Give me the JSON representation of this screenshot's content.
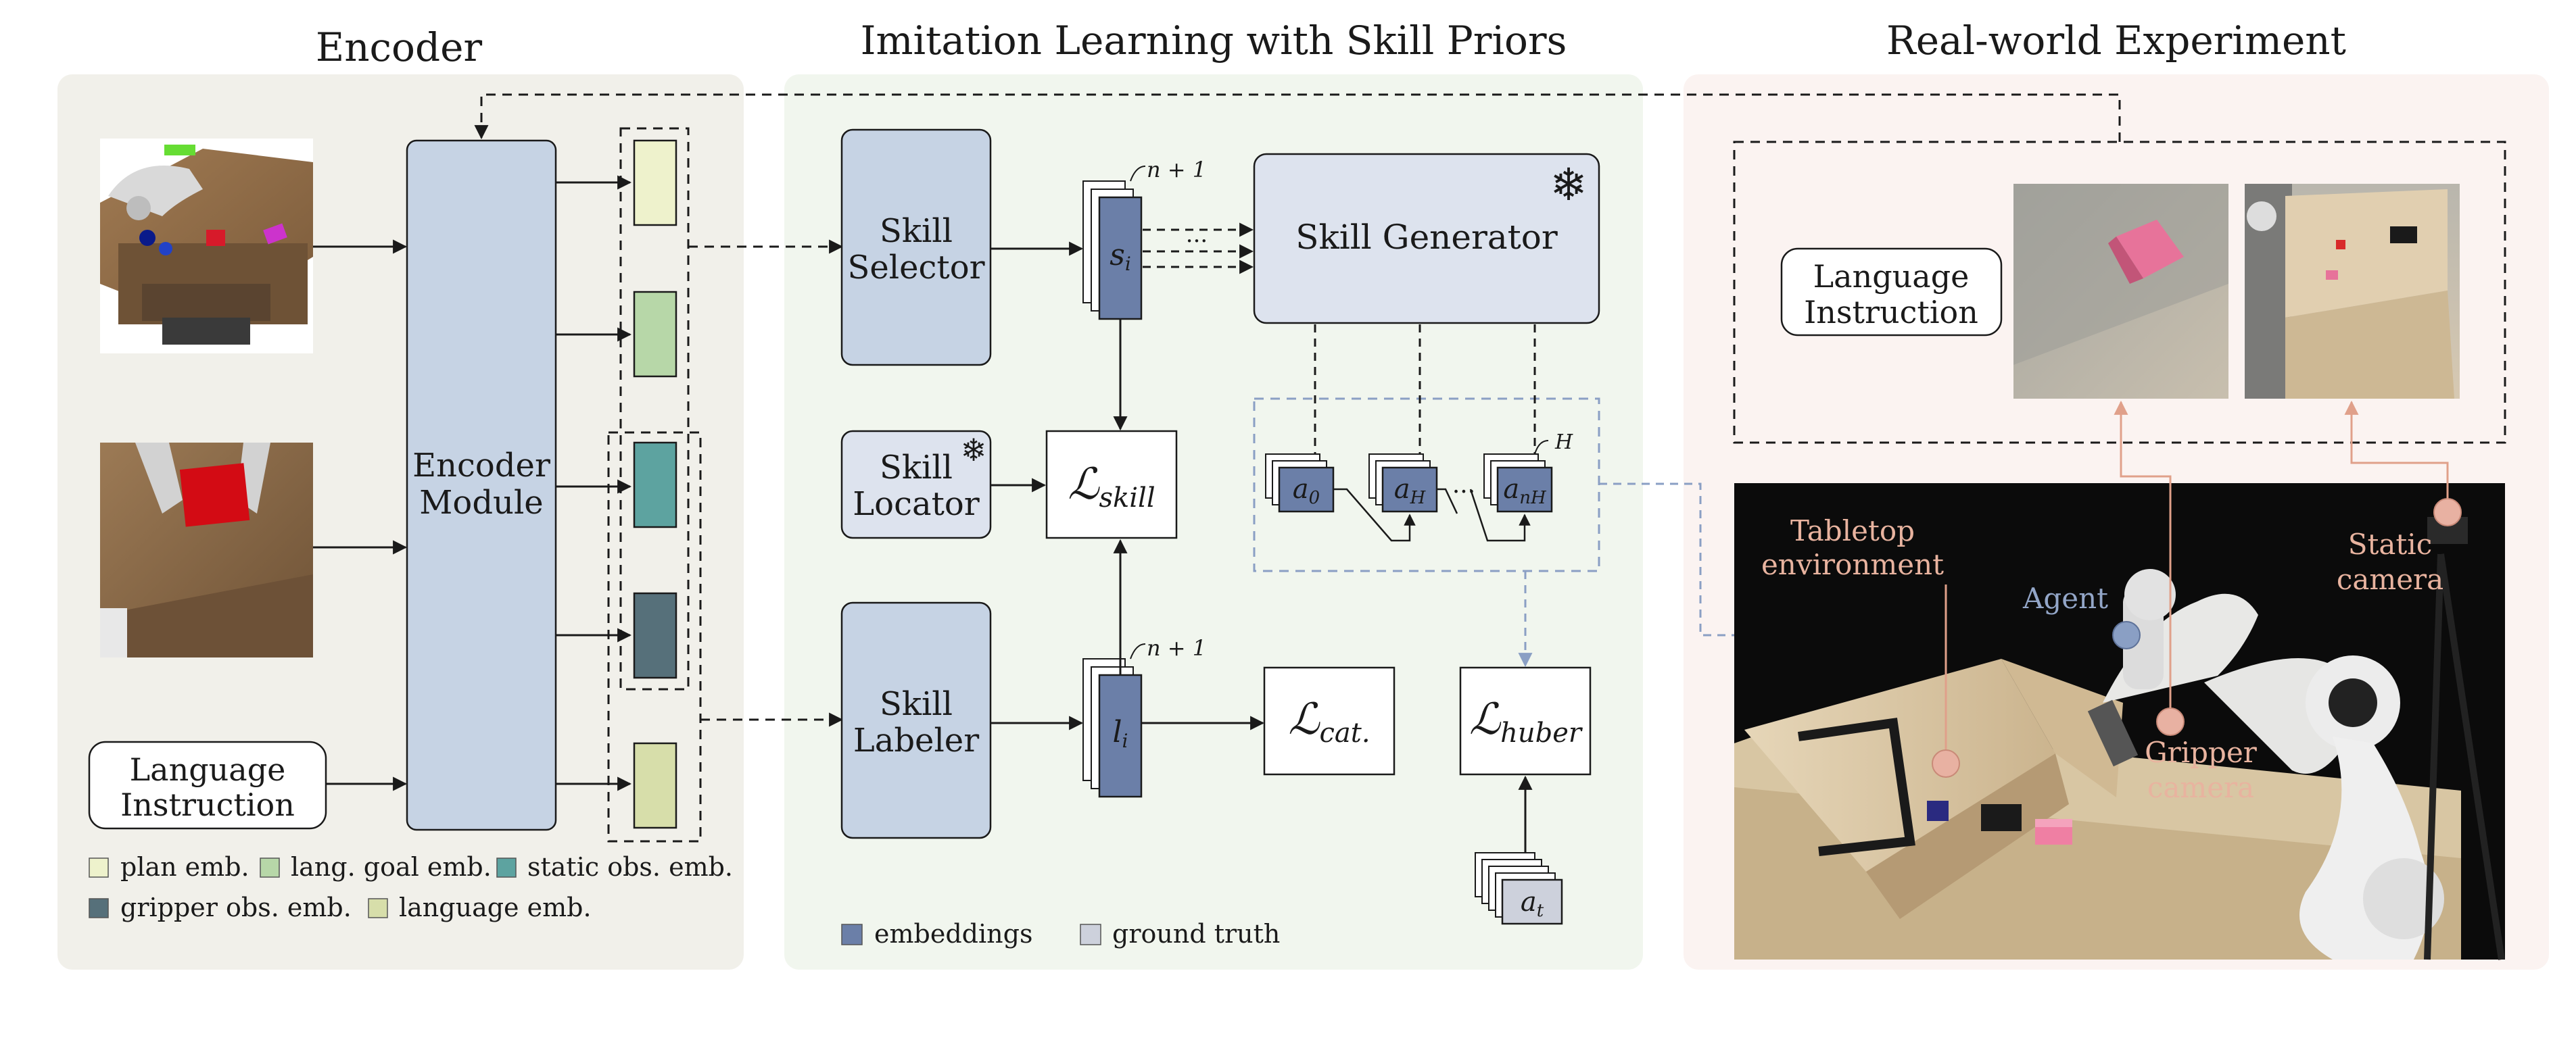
{
  "sections": {
    "encoder_title": "Encoder",
    "imitation_title": "Imitation Learning with Skill Priors",
    "realworld_title": "Real-world Experiment"
  },
  "encoder": {
    "module_line1": "Encoder",
    "module_line2": "Module",
    "language_line1": "Language",
    "language_line2": "Instruction",
    "legend": [
      {
        "label": "plan emb.",
        "color": "#eef2cc"
      },
      {
        "label": "lang. goal emb.",
        "color": "#b7d7a8"
      },
      {
        "label": "static obs. emb.",
        "color": "#5da3a0"
      },
      {
        "label": "gripper obs. emb.",
        "color": "#56707a"
      },
      {
        "label": "language emb.",
        "color": "#d7deaa"
      }
    ]
  },
  "imitation": {
    "skill_selector_line1": "Skill",
    "skill_selector_line2": "Selector",
    "skill_locator_line1": "Skill",
    "skill_locator_line2": "Locator",
    "skill_labeler_line1": "Skill",
    "skill_labeler_line2": "Labeler",
    "skill_generator": "Skill Generator",
    "s_var": "s",
    "s_sub": "i",
    "l_var": "l",
    "l_sub": "i",
    "n_plus_one": "n + 1",
    "dots": "···",
    "loss_script": "ℒ",
    "loss_skill_sub": "skill",
    "loss_cat_sub": "cat.",
    "loss_huber_sub": "huber",
    "a0_sub": "0",
    "aH_sub": "H",
    "anH_sub": "nH",
    "a_var": "a",
    "at_sub": "t",
    "H_sup": "H",
    "legend": [
      {
        "label": "embeddings",
        "color": "#6b7fa8"
      },
      {
        "label": "ground truth",
        "color": "#cdd1dc"
      }
    ]
  },
  "realworld": {
    "language_line1": "Language",
    "language_line2": "Instruction",
    "tabletop_line1": "Tabletop",
    "tabletop_line2": "environment",
    "agent": "Agent",
    "static_line1": "Static",
    "static_line2": "camera",
    "gripper_line1": "Gripper",
    "gripper_line2": "camera"
  },
  "colors": {
    "panel_bg_encoder": "#f1f0ea",
    "panel_bg_imitation": "#f1f6ee",
    "panel_bg_realworld": "#fbf3f1",
    "module_blue": "#c6d3e4",
    "embedding_blue": "#6b7fa8",
    "ground_truth": "#cdd1dc",
    "callout_salmon": "#e0a08a",
    "agent_blue": "#8a9fc4"
  }
}
